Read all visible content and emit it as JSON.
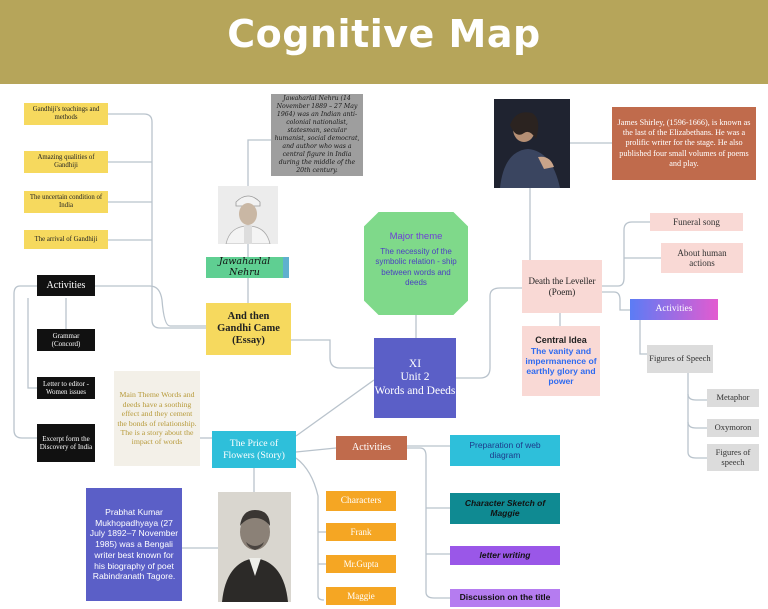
{
  "title": "Cognitive Map",
  "colors": {
    "banner": "#b6a55a",
    "yellow": "#f6d95e",
    "peach": "#f9d9d5",
    "center": "#5b5fc7",
    "green": "#7fd98a",
    "orange": "#f5a623",
    "brown": "#c06b4c",
    "cyan": "#2ebfda",
    "purple": "#9a57e8",
    "teal": "#0f8a92",
    "black": "#111111",
    "gray": "#dcdcdc"
  },
  "center": {
    "line1": "XI",
    "line2": "Unit 2",
    "line3": "Words and Deeds"
  },
  "major_theme": {
    "heading": "Major theme",
    "text": "The necessity of the symbolic relation - ship between words and deeds"
  },
  "essay": {
    "title": "And then Gandhi Came (Essay)",
    "author_label": "Jawaharlal Nehru",
    "author_bio": "Jawaharlal Nehru (14 November 1889 – 27 May 1964) was an Indian anti-colonial nationalist, statesman, secular humanist, social democrat, and author who was a central figure in India during the middle of the 20th century.",
    "topics": [
      "Gandhiji's teachings and methods",
      "Amazing qualities of Gandhiji",
      "The uncertain condition of India",
      "The arrival of Gandhiji"
    ],
    "activities_label": "Activities",
    "activities": [
      "Grammar (Concord)",
      "Letter to editor - Women issues",
      "Excerpt form the Discovery of India"
    ]
  },
  "poem": {
    "title": "Death the Leveller (Poem)",
    "author_bio": "James Shirley, (1596-1666), is known as the last of the Elizabethans. He was a prolific writer for the stage. He also published four small volumes of poems and play.",
    "central_idea_heading": "Central Idea",
    "central_idea": "The vanity and impermanence of earthly glory and power",
    "items": [
      "Funeral song",
      "About human actions"
    ],
    "activities_label": "Activities",
    "figures_label": "Figures of Speech",
    "figures": [
      "Metaphor",
      "Oxymoron",
      "Figures of speech"
    ]
  },
  "story": {
    "title": "The Price of Flowers (Story)",
    "theme": "Main Theme Words and deeds have a soothing effect and they cement the bonds of relationship. The is a story about the impact of words",
    "author_bio": "Prabhat Kumar Mukhopadhyaya (27 July 1892–7 November 1985) was a Bengali writer best known for his biography of poet Rabindranath Tagore.",
    "characters_label": "Characters",
    "characters": [
      "Frank",
      "Mr.Gupta",
      "Maggie"
    ],
    "activities_label": "Activities",
    "activities": [
      "Preparation of web diagram",
      "Character Sketch of Maggie",
      "letter writing",
      "Discussion on the title"
    ]
  }
}
